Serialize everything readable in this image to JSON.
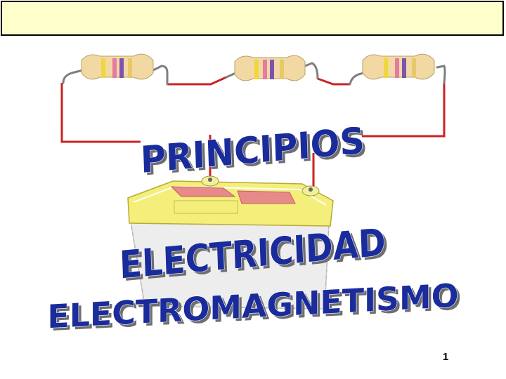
{
  "slide": {
    "title_text": "",
    "words": {
      "principios": "PRINCIPIOS",
      "electricidad": "ELECTRICIDAD",
      "electromagnetismo": "ELECTROMAGNETISMO"
    },
    "page_number": "1"
  },
  "colors": {
    "title_bar_fill": "#ffffcc",
    "wire": "#cc2222",
    "word_fill": "#1a2c9c",
    "battery_top": "#f3ef7a",
    "battery_body": "#ededed",
    "terminal_cap": "#e98a8a",
    "resistor_body": "#f2d9a4"
  },
  "icons": [
    "resistor-icon",
    "battery-icon",
    "wire-circuit"
  ]
}
